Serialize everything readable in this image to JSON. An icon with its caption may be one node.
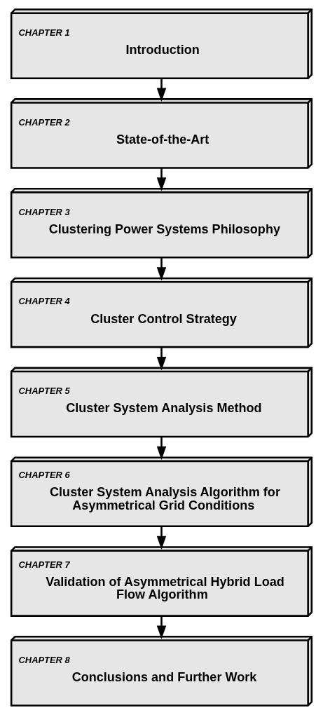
{
  "diagram": {
    "nodes": [
      {
        "text": [
          "CHAPTER 1",
          "Introduction"
        ]
      },
      {
        "text": [
          "CHAPTER 2",
          "State-of-the-Art"
        ]
      },
      {
        "text": [
          "CHAPTER 3",
          "Clustering Power Systems Philosophy"
        ]
      },
      {
        "text": [
          "CHAPTER 4",
          "Cluster Control Strategy"
        ]
      },
      {
        "text": [
          "CHAPTER 5",
          "Cluster System Analysis Method"
        ]
      },
      {
        "text": [
          "CHAPTER 6",
          "Cluster System Analysis Algorithm for Asymmetrical Grid Conditions"
        ]
      },
      {
        "text": [
          "CHAPTER 7",
          "Validation of Asymmetrical Hybrid Load Flow Algorithm"
        ]
      },
      {
        "text": [
          "CHAPTER 8",
          "Conclusions and Further Work"
        ]
      }
    ],
    "edges": [
      {
        "from": 0,
        "to": 1,
        "arrow": "to"
      },
      {
        "from": 1,
        "to": 2,
        "arrow": "to"
      },
      {
        "from": 2,
        "to": 3,
        "arrow": "to"
      },
      {
        "from": 3,
        "to": 4,
        "arrow": "to"
      },
      {
        "from": 4,
        "to": 5,
        "arrow": "to"
      },
      {
        "from": 5,
        "to": 6,
        "arrow": "to"
      },
      {
        "from": 6,
        "to": 7,
        "arrow": "to"
      }
    ]
  }
}
